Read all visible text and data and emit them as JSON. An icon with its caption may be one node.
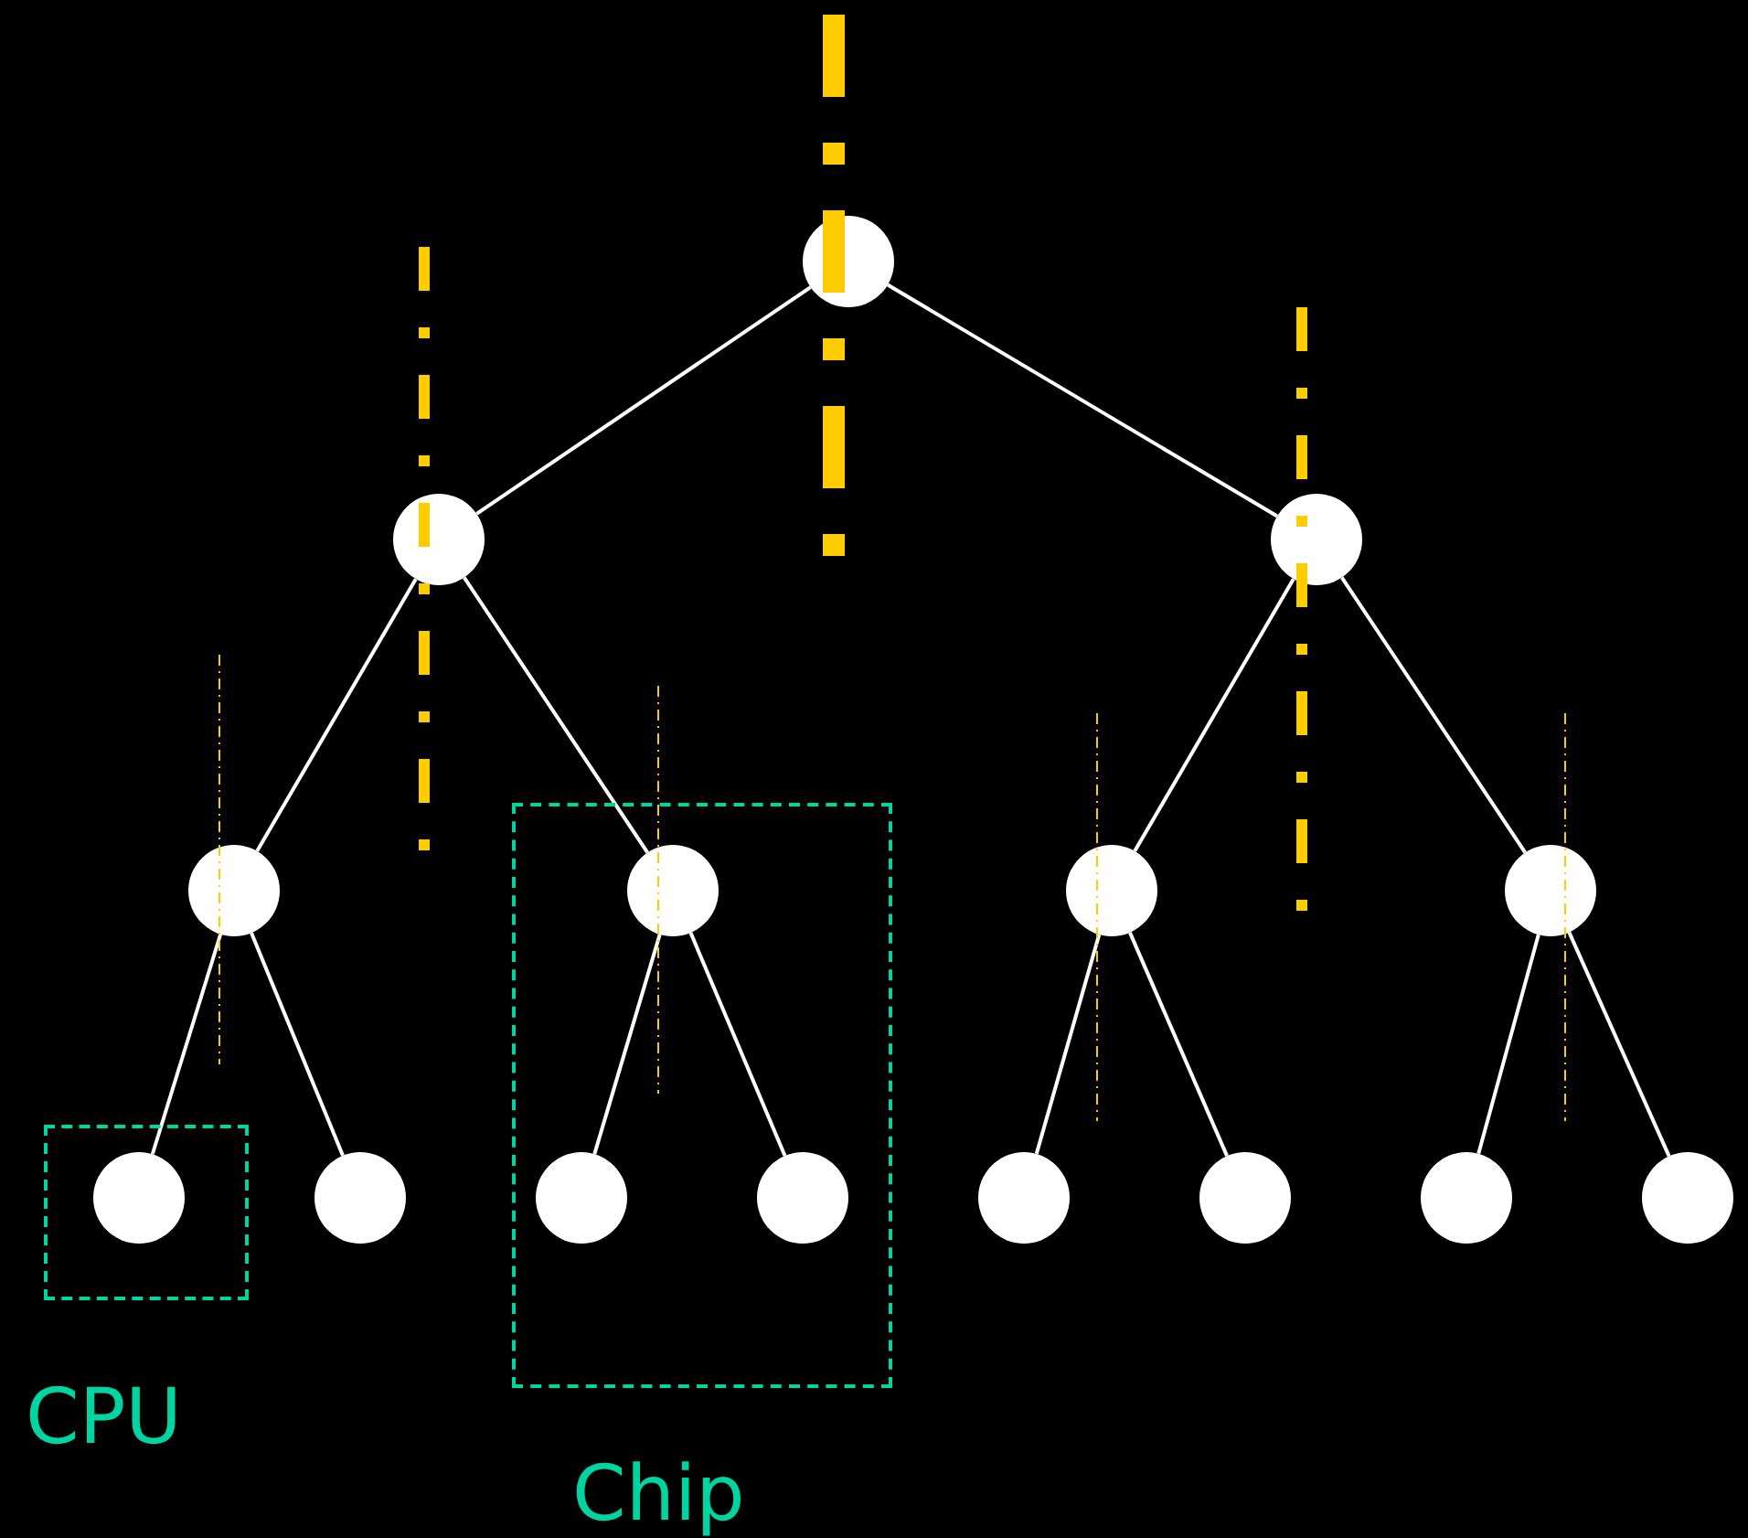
{
  "diagram": {
    "nodes": [
      {
        "text": [],
        "shape": "circle"
      },
      {
        "text": [],
        "shape": "circle"
      },
      {
        "text": [],
        "shape": "circle"
      },
      {
        "text": [
          "Chip"
        ]
      },
      {
        "text": [],
        "shape": "circle"
      },
      {
        "text": [],
        "shape": "circle",
        "in": 3
      },
      {
        "text": [],
        "shape": "circle"
      },
      {
        "text": [],
        "shape": "circle"
      },
      {
        "text": [
          "CPU"
        ]
      },
      {
        "text": [],
        "shape": "circle",
        "in": 8
      },
      {
        "text": [],
        "shape": "circle"
      },
      {
        "text": [],
        "shape": "circle",
        "in": 3
      },
      {
        "text": [],
        "shape": "circle",
        "in": 3
      },
      {
        "text": [],
        "shape": "circle"
      },
      {
        "text": [],
        "shape": "circle"
      },
      {
        "text": [],
        "shape": "circle"
      },
      {
        "text": [],
        "shape": "circle"
      }
    ],
    "edges": [
      {
        "from": 0,
        "to": 1,
        "arrow": "none"
      },
      {
        "from": 0,
        "to": 2,
        "arrow": "none"
      },
      {
        "from": 1,
        "to": 4,
        "arrow": "none"
      },
      {
        "from": 1,
        "to": 5,
        "arrow": "none"
      },
      {
        "from": 2,
        "to": 6,
        "arrow": "none"
      },
      {
        "from": 2,
        "to": 7,
        "arrow": "none"
      },
      {
        "from": 4,
        "to": 9,
        "arrow": "none"
      },
      {
        "from": 4,
        "to": 10,
        "arrow": "none"
      },
      {
        "from": 5,
        "to": 11,
        "arrow": "none"
      },
      {
        "from": 5,
        "to": 12,
        "arrow": "none"
      },
      {
        "from": 6,
        "to": 13,
        "arrow": "none"
      },
      {
        "from": 6,
        "to": 14,
        "arrow": "none"
      },
      {
        "from": 7,
        "to": 15,
        "arrow": "none"
      },
      {
        "from": 7,
        "to": 16,
        "arrow": "none"
      }
    ]
  }
}
